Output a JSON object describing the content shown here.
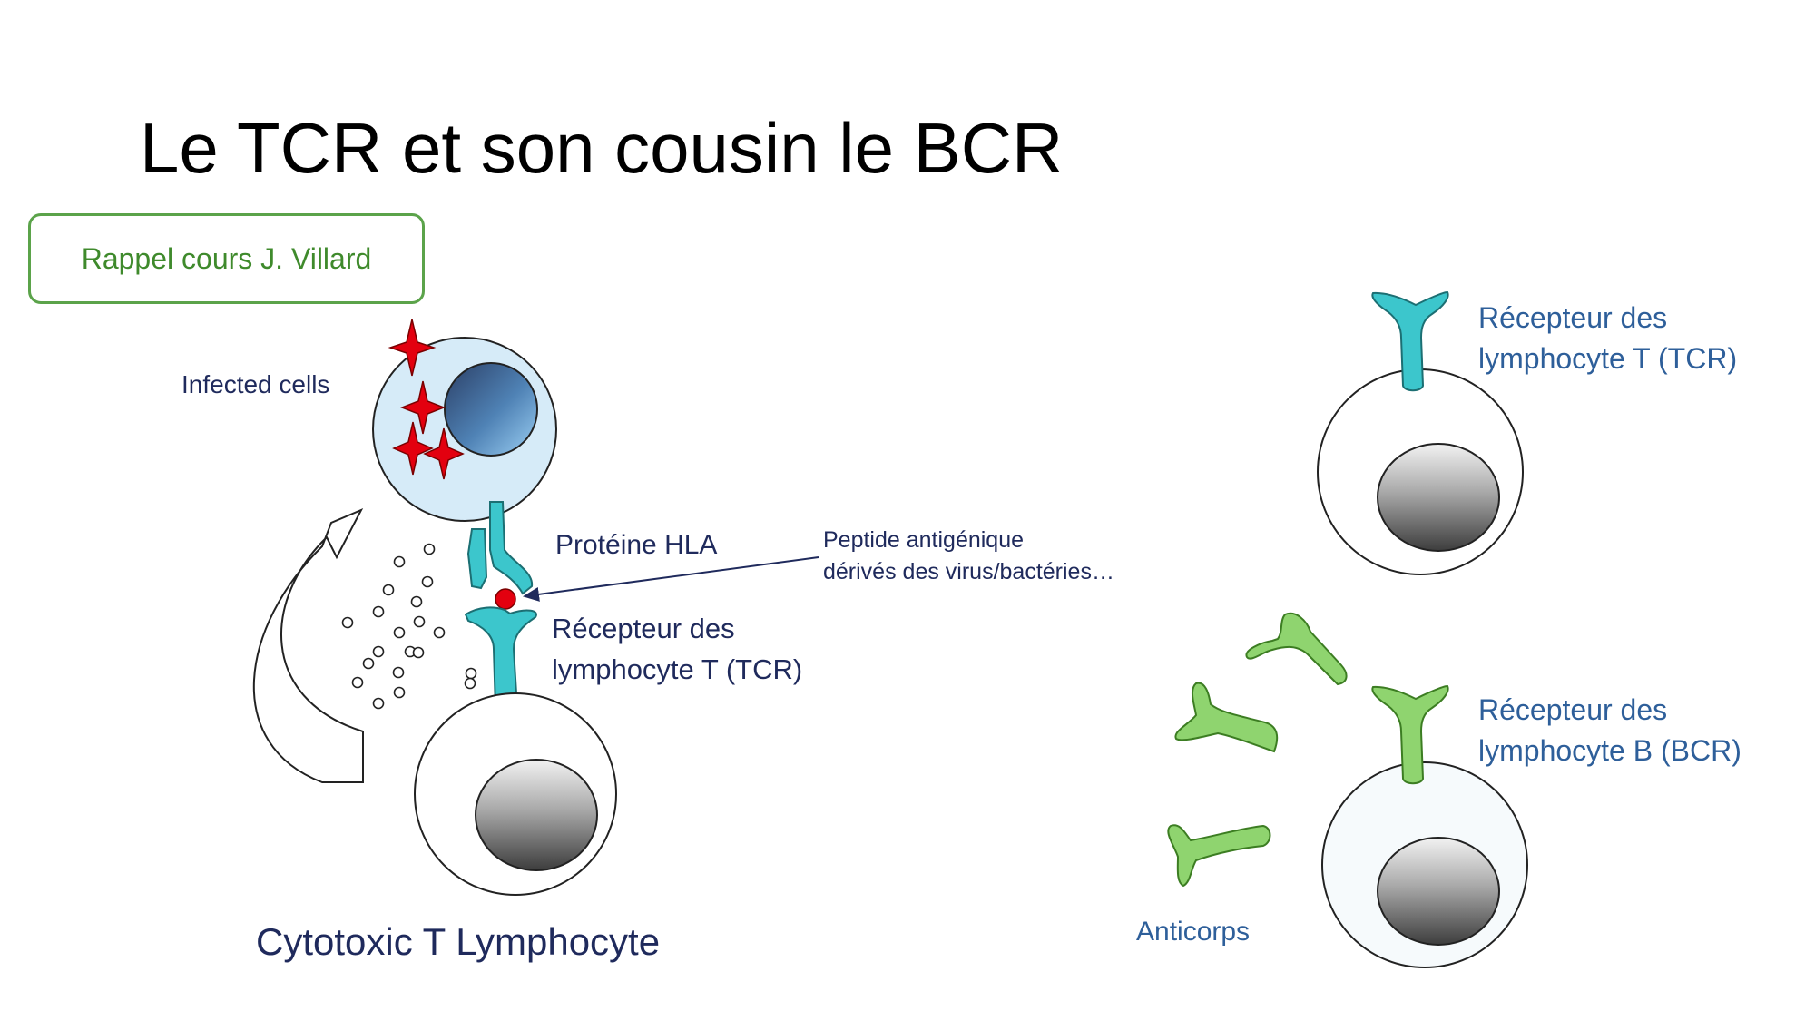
{
  "title": "Le TCR et son cousin le BCR",
  "recall_box": "Rappel cours J. Villard",
  "left_diagram": {
    "infected_cells": "Infected cells",
    "hla_protein": "Protéine HLA",
    "peptide_line1": "Peptide antigénique",
    "peptide_line2": "dérivés des virus/bactéries…",
    "tcr_line1": "Récepteur des",
    "tcr_line2": "lymphocyte T (TCR)",
    "caption": "Cytotoxic T Lymphocyte"
  },
  "right_diagram": {
    "tcr_line1": "Récepteur des",
    "tcr_line2": "lymphocyte T (TCR)",
    "bcr_line1": "Récepteur des",
    "bcr_line2": "lymphocyte B (BCR)",
    "antibodies": "Anticorps"
  },
  "colors": {
    "teal_receptor": "#3cc6cc",
    "green_receptor": "#8fd46f",
    "infected_cell_fill": "#d6ebf8",
    "antigen_red": "#e3000f",
    "recall_border": "#5ba34a"
  }
}
